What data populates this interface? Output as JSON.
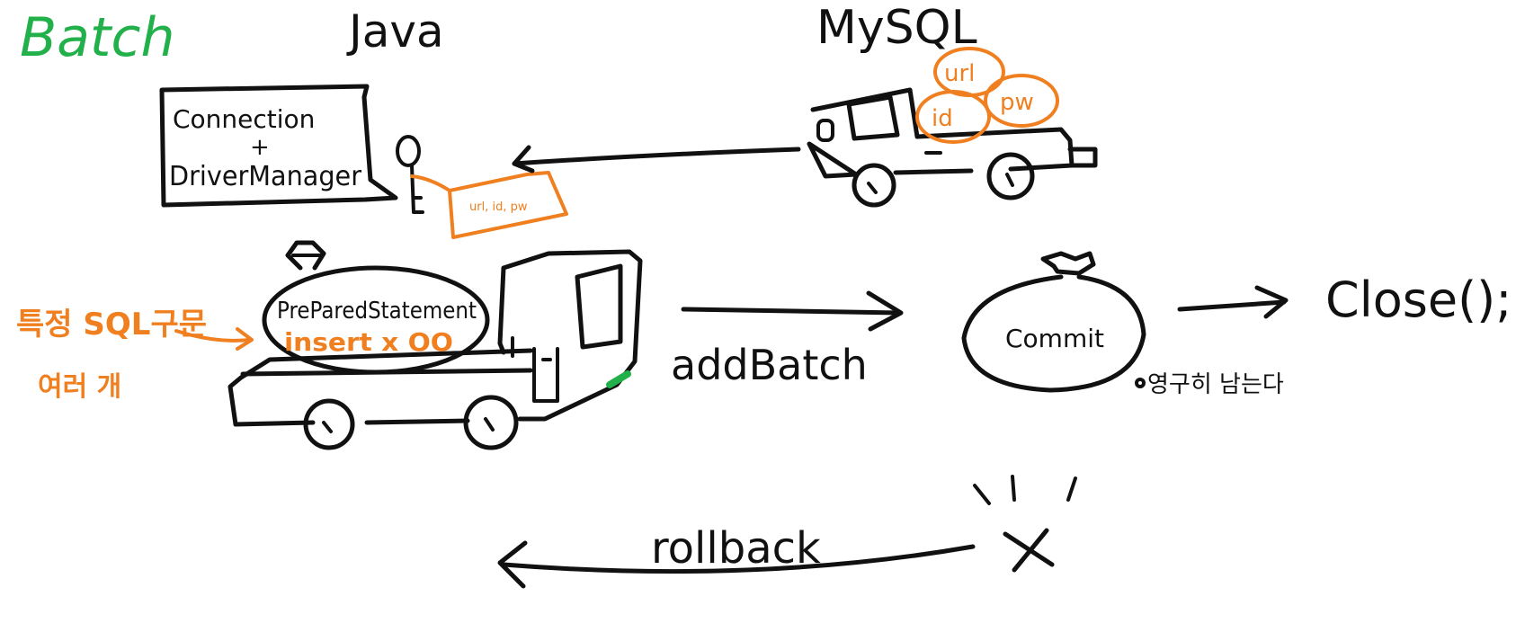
{
  "title": "Batch",
  "colors": {
    "ink": "#111111",
    "orange": "#f07f20",
    "green": "#22b04b",
    "bg": "#ffffff"
  },
  "java": {
    "label": "Java",
    "sign_line1": "Connection",
    "sign_plus": "+",
    "sign_line2": "DriverManager",
    "tag_text": "url, id, pw"
  },
  "mysql": {
    "label": "MySQL",
    "cargo": [
      "url",
      "id",
      "pw"
    ]
  },
  "truck": {
    "tank_label": "PreParedStatement",
    "tank_sub": "insert x OO"
  },
  "side_note": {
    "line1": "특정 SQL구문",
    "line2": "여러 개"
  },
  "flow": {
    "add_batch": "addBatch",
    "commit": "Commit",
    "commit_note": "영구히 남는다",
    "close": "Close();",
    "rollback": "rollback"
  },
  "icons": {
    "key": "key-icon",
    "fail": "x-mark-icon",
    "bag": "money-bag-icon",
    "truck": "truck-icon"
  }
}
